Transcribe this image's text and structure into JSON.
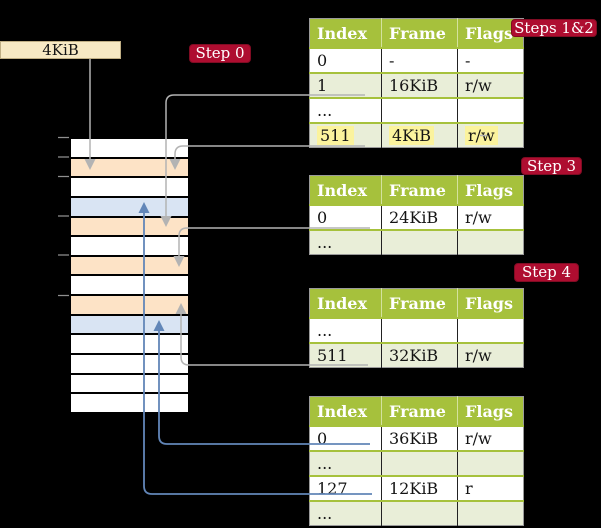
{
  "colors": {
    "olive": "#a6c13c",
    "pale": "#e9eed8",
    "peach": "#fde3c6",
    "blue": "#d9e4f3",
    "yellow": "#fbf39d",
    "wheat": "#f7e9c4",
    "crimson": "#ae0d30",
    "crimson_border": "#800c23",
    "gray_line": "#b3b3b3",
    "blue_line": "#6286b8",
    "ink": "#141414"
  },
  "page_box": {
    "label": "4KiB"
  },
  "badges": {
    "step_0": {
      "label": "Step 0"
    },
    "steps_1_2": {
      "label": "Steps 1&2"
    },
    "step_3": {
      "label": "Step 3"
    },
    "step_4": {
      "label": "Step 4"
    }
  },
  "tables": [
    {
      "id": "page-table-1",
      "headers": [
        "Index",
        "Frame",
        "Flags"
      ],
      "rows": [
        {
          "cells": [
            "0",
            "-",
            "-"
          ],
          "shade": false
        },
        {
          "cells": [
            "1",
            "16KiB",
            "r/w"
          ],
          "shade": true
        },
        {
          "cells": [
            "...",
            "",
            ""
          ],
          "shade": false
        },
        {
          "cells": [
            "511",
            "4KiB",
            "r/w"
          ],
          "shade": true,
          "highlight": true
        }
      ]
    },
    {
      "id": "page-table-2",
      "headers": [
        "Index",
        "Frame",
        "Flags"
      ],
      "rows": [
        {
          "cells": [
            "0",
            "24KiB",
            "r/w"
          ],
          "shade": false
        },
        {
          "cells": [
            "...",
            "",
            ""
          ],
          "shade": true
        }
      ]
    },
    {
      "id": "page-table-3",
      "headers": [
        "Index",
        "Frame",
        "Flags"
      ],
      "rows": [
        {
          "cells": [
            "...",
            "",
            ""
          ],
          "shade": false
        },
        {
          "cells": [
            "511",
            "32KiB",
            "r/w"
          ],
          "shade": true
        }
      ]
    },
    {
      "id": "page-table-4",
      "headers": [
        "Index",
        "Frame",
        "Flags"
      ],
      "rows": [
        {
          "cells": [
            "0",
            "36KiB",
            "r/w"
          ],
          "shade": false
        },
        {
          "cells": [
            "...",
            "",
            ""
          ],
          "shade": true
        },
        {
          "cells": [
            "127",
            "12KiB",
            "r"
          ],
          "shade": false
        },
        {
          "cells": [
            "...",
            "",
            ""
          ],
          "shade": true
        }
      ]
    }
  ],
  "memory": {
    "rows": [
      "white",
      "peach",
      "white",
      "blue",
      "peach",
      "white",
      "peach",
      "white",
      "peach",
      "blue",
      "white",
      "white",
      "white",
      "white"
    ]
  }
}
